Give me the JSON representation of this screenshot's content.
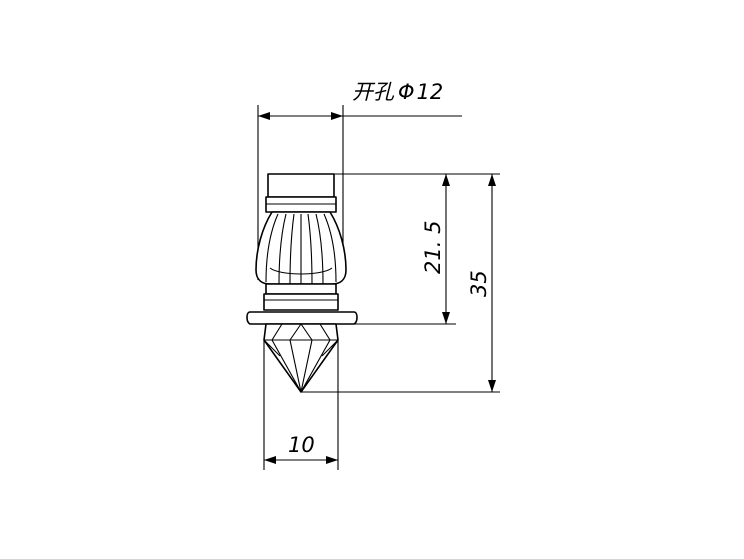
{
  "drawing": {
    "hole_label": "开孔",
    "hole_symbol": "Φ",
    "hole_value": "12",
    "dim_upper_height": "21. 5",
    "dim_total_height": "35",
    "dim_tip_width": "10"
  },
  "style": {
    "line_color": "#000000",
    "background": "#ffffff"
  }
}
